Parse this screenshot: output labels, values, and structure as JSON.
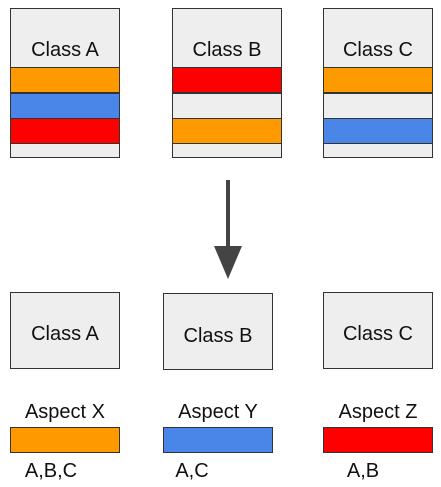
{
  "colors": {
    "aspect_x": "#FF9900",
    "aspect_y": "#4A86E8",
    "aspect_z": "#FF0000",
    "box_fill": "#EEEEEE",
    "border": "#333333",
    "arrow": "#444444"
  },
  "top_classes": [
    {
      "label": "Class A",
      "bands": [
        "aspect_x",
        "aspect_y",
        "aspect_z",
        "empty"
      ]
    },
    {
      "label": "Class B",
      "bands": [
        "aspect_z",
        "empty",
        "aspect_x",
        "empty"
      ]
    },
    {
      "label": "Class C",
      "bands": [
        "aspect_x",
        "empty",
        "aspect_y",
        "empty"
      ]
    }
  ],
  "bottom_classes": [
    {
      "label": "Class A"
    },
    {
      "label": "Class B"
    },
    {
      "label": "Class C"
    }
  ],
  "aspects": [
    {
      "label": "Aspect X",
      "color_key": "aspect_x",
      "applies_to": "A,B,C"
    },
    {
      "label": "Aspect Y",
      "color_key": "aspect_y",
      "applies_to": "A,C"
    },
    {
      "label": "Aspect Z",
      "color_key": "aspect_z",
      "applies_to": "A,B"
    }
  ]
}
